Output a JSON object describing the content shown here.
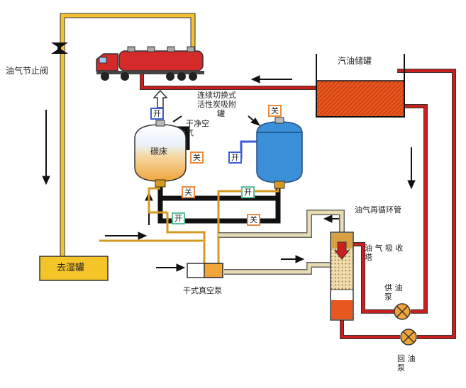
{
  "labels": {
    "vapor_throttle_valve": "油气节止阀",
    "gasoline_tank": "汽油储罐",
    "continuous_switching": "连续切换式",
    "activated_carbon": "活性炭吸附",
    "tank_char": "罐",
    "clean_air_line1": "干净空",
    "clean_air_line2": "气",
    "carbon_bed": "碳床",
    "dehumidify_tank": "去湿罐",
    "dry_vacuum_pump": "干式真空泵",
    "vapor_recirc_pipe": "油气再循环管",
    "absorber_line1": "油 气 吸 收",
    "absorber_line2": "塔",
    "supply_pump_1": "供  油",
    "supply_pump_2": "泵",
    "return_pump_1": "回  油",
    "return_pump_2": "泵"
  },
  "valves": {
    "open": "开",
    "close": "关"
  },
  "colors": {
    "vapor_pipe": "#f2c230",
    "oil_pipe": "#c8201e",
    "vacuum_pipe": "#111111",
    "recirc_pipe": "#e8dcb4",
    "tank_blue": "#3b8fd8",
    "bed_orange": "#f0a53a"
  }
}
